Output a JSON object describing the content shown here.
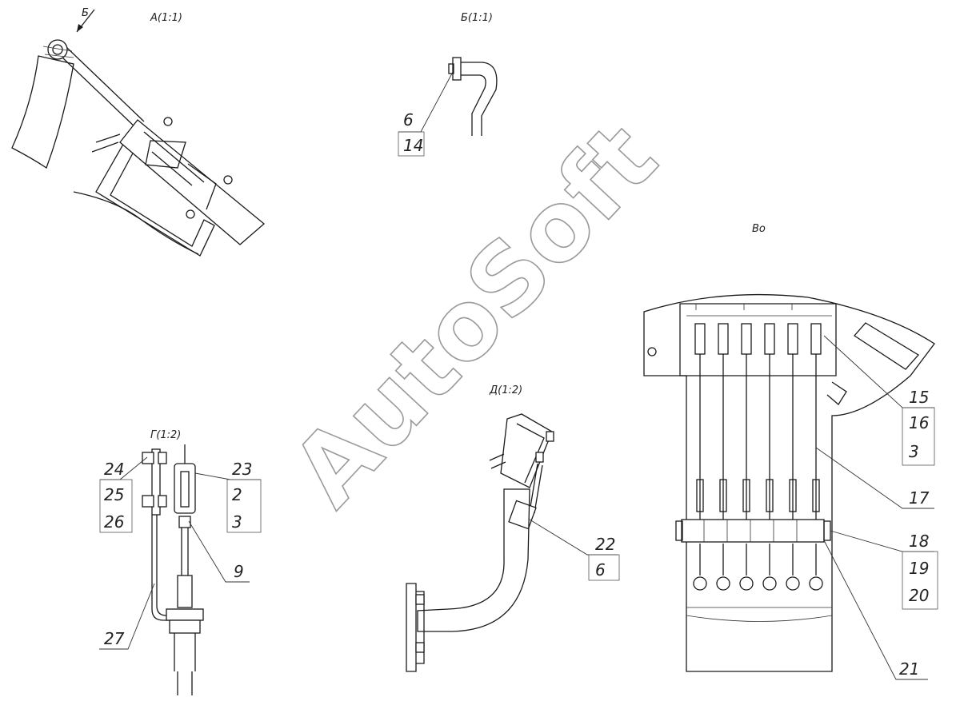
{
  "watermark": "AutoSoft",
  "views": {
    "a": {
      "title": "А(1:1)",
      "arrow_label": "Б"
    },
    "b": {
      "title": "Б(1:1)"
    },
    "v": {
      "title": "Во"
    },
    "g": {
      "title": "Г(1:2)"
    },
    "d": {
      "title": "Д(1:2)"
    }
  },
  "callouts": {
    "b_top": "6",
    "b_bottom": "14",
    "g_24": "24",
    "g_25": "25",
    "g_26": "26",
    "g_23": "23",
    "g_2": "2",
    "g_3": "3",
    "g_9": "9",
    "g_27": "27",
    "d_22": "22",
    "d_6": "6",
    "v_15": "15",
    "v_16": "16",
    "v_3": "3",
    "v_17": "17",
    "v_18": "18",
    "v_19": "19",
    "v_20": "20",
    "v_21": "21"
  },
  "colors": {
    "line": "#1a1a1a",
    "watermark": "#9a9a9a"
  }
}
